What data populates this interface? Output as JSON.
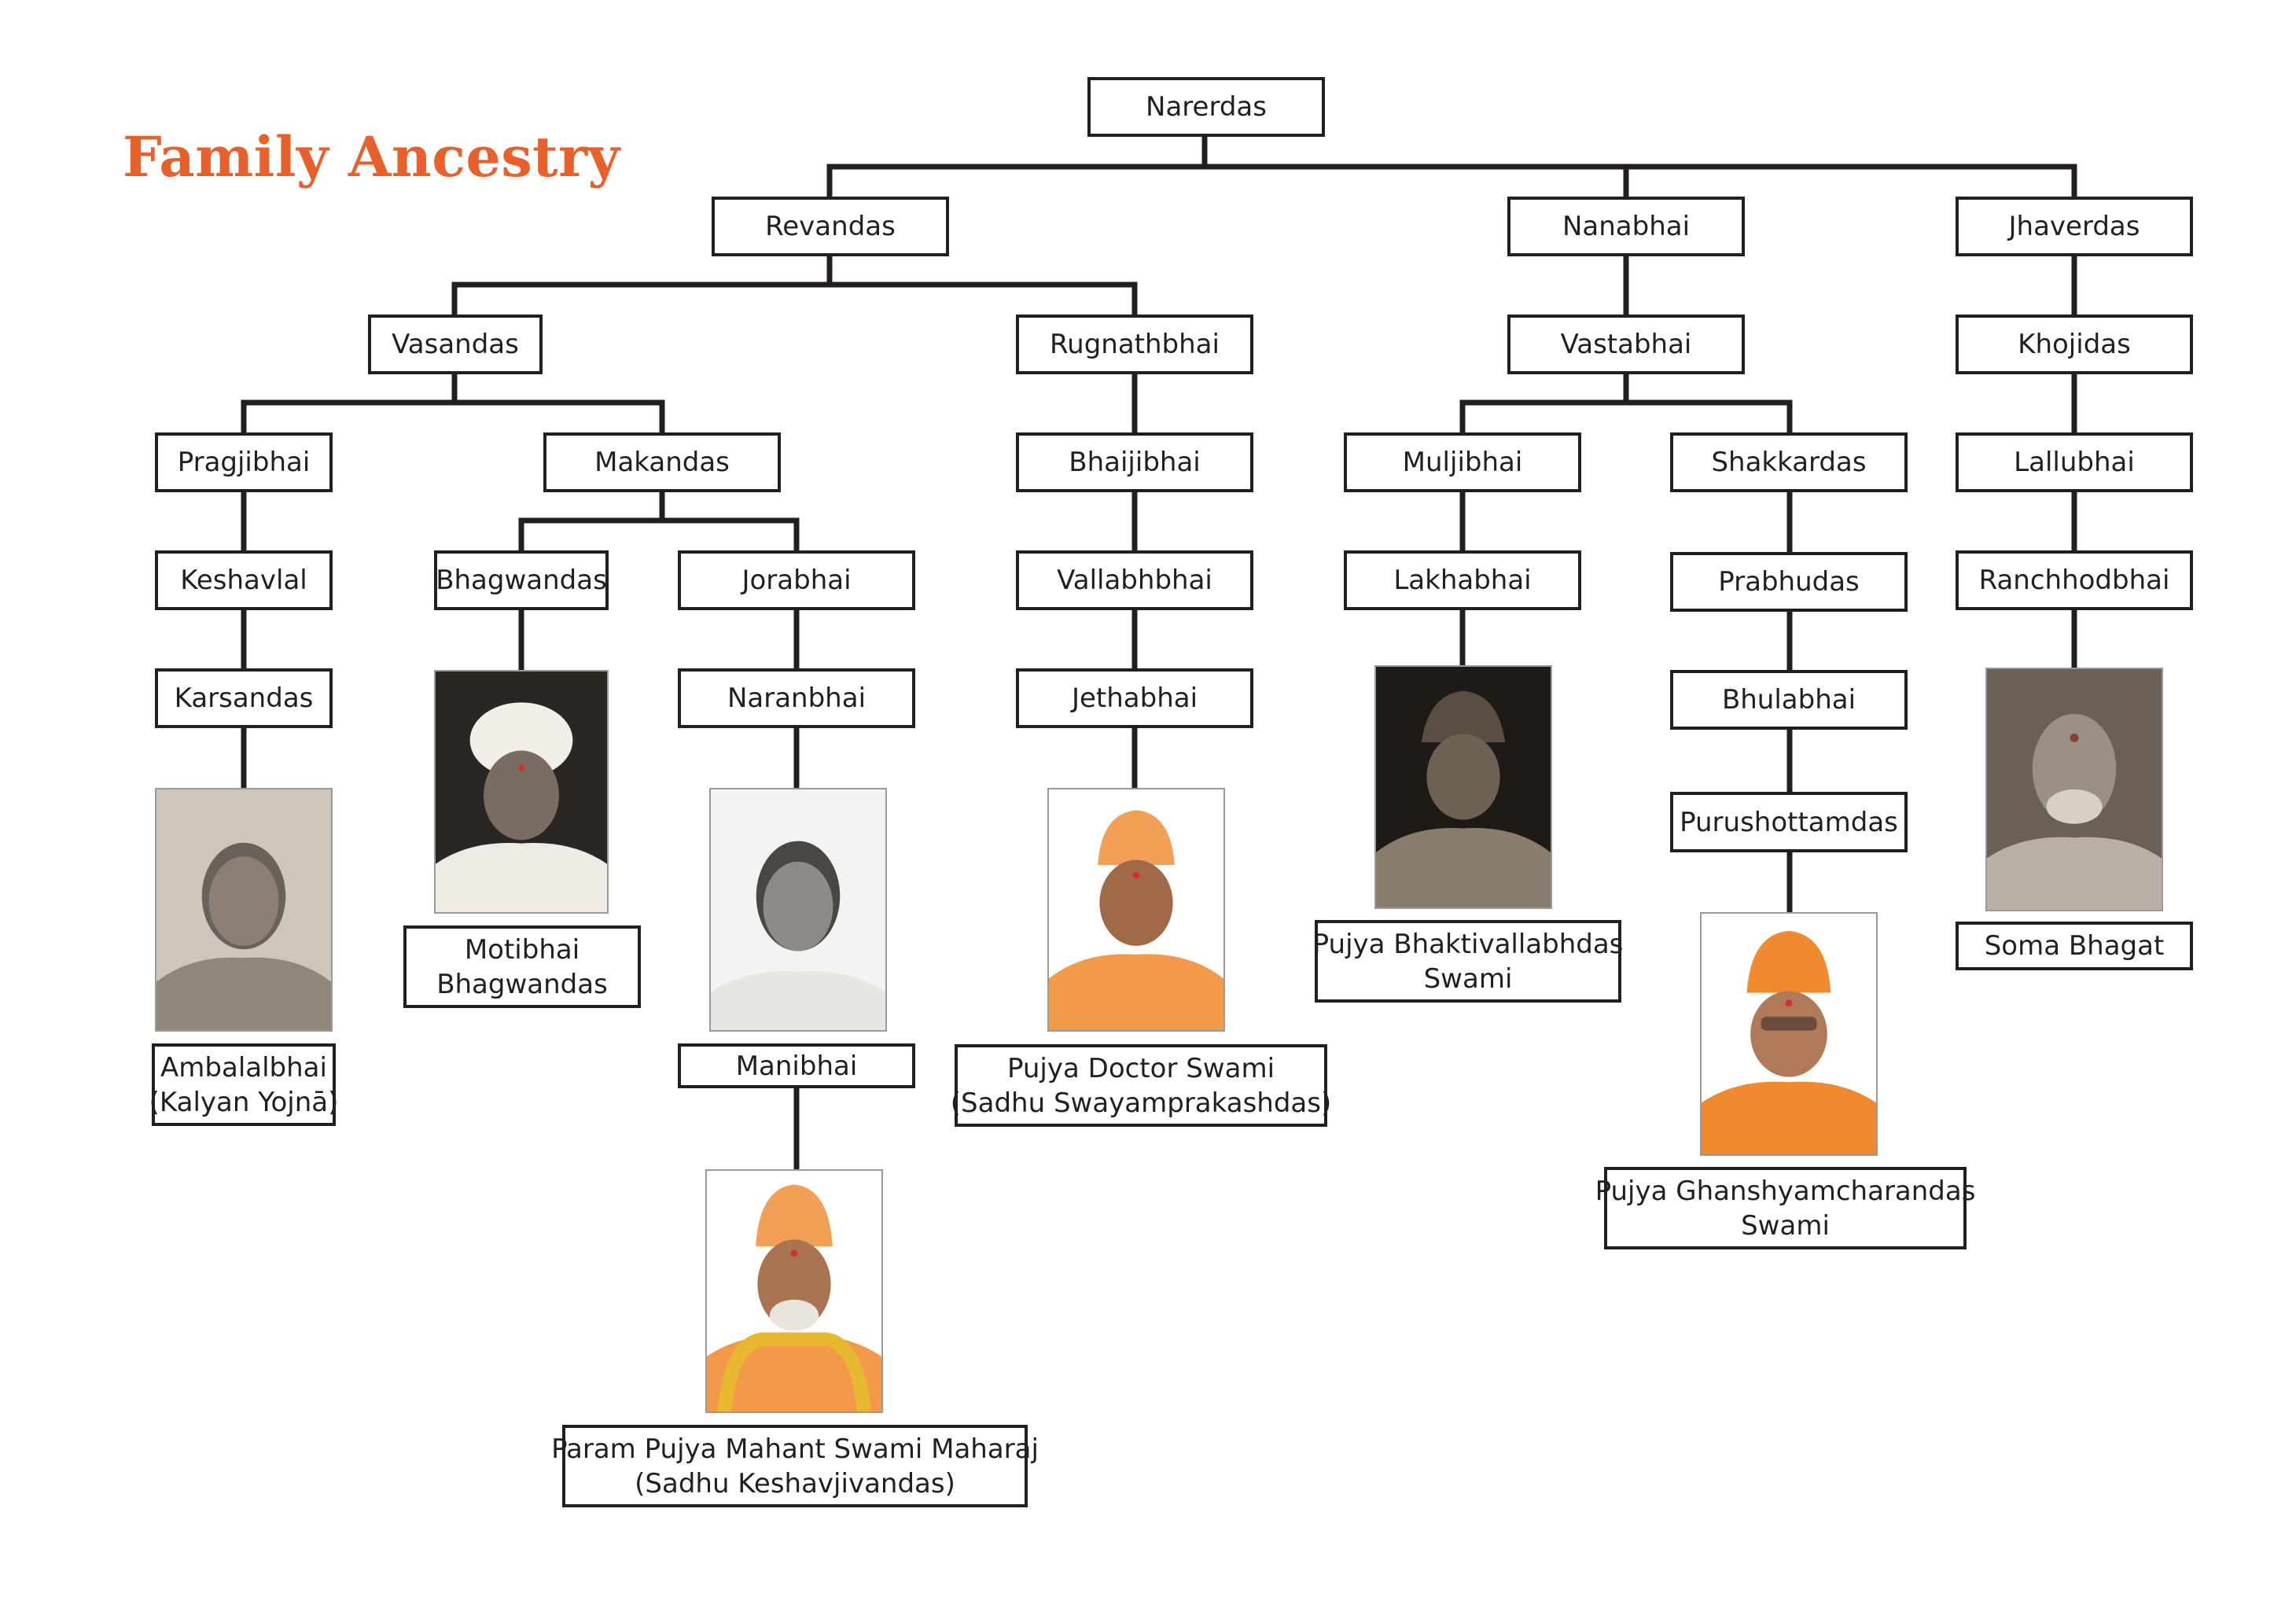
{
  "title": "Family Ancestry",
  "nodes": {
    "narerdas": "Narerdas",
    "revandas": "Revandas",
    "nanabhai": "Nanabhai",
    "jhaverdas": "Jhaverdas",
    "vasandas": "Vasandas",
    "rugnathbhai": "Rugnathbhai",
    "vastabhai": "Vastabhai",
    "khojidas": "Khojidas",
    "pragjibhai": "Pragjibhai",
    "makandas": "Makandas",
    "bhaijibhai": "Bhaijibhai",
    "muljibhai": "Muljibhai",
    "shakkardas": "Shakkardas",
    "lallubhai": "Lallubhai",
    "keshavlal": "Keshavlal",
    "bhagwandas": "Bhagwandas",
    "jorabhai": "Jorabhai",
    "vallabhbhai": "Vallabhbhai",
    "lakhabhai": "Lakhabhai",
    "prabhudas": "Prabhudas",
    "ranchhodbhai": "Ranchhodbhai",
    "karsandas": "Karsandas",
    "naranbhai": "Naranbhai",
    "jethabhai": "Jethabhai",
    "bhulabhai": "Bhulabhai",
    "purushottamdas": "Purushottamdas",
    "manibhai": "Manibhai",
    "soma_bhagat": "Soma Bhagat"
  },
  "captions": {
    "ambalalbhai": [
      "Ambalalbhai",
      "(Kalyan Yojnā)"
    ],
    "motibhai": [
      "Motibhai",
      "Bhagwandas"
    ],
    "doctor_swami": [
      "Pujya Doctor Swami",
      "(Sadhu Swayamprakashdas)"
    ],
    "bhaktivallabhdas": [
      "Pujya Bhaktivallabhdas",
      "Swami"
    ],
    "ghanshyamcharandas": [
      "Pujya Ghanshyamcharandas",
      "Swami"
    ],
    "mahant_swami": [
      "Param Pujya Mahant Swami Maharaj",
      "(Sadhu Keshavjivandas)"
    ]
  },
  "colors": {
    "title": "#e8602c",
    "lines": "#231f20",
    "saffron": "#f29a4a"
  },
  "icons": {
    "photo-ambalalbhai": "portrait-photo",
    "photo-motibhai": "portrait-photo",
    "photo-manibhai": "portrait-photo",
    "photo-doctor-swami": "portrait-photo",
    "photo-bhaktivallabhdas": "portrait-photo",
    "photo-ghanshyamcharandas": "portrait-photo",
    "photo-soma-bhagat": "portrait-photo",
    "photo-mahant-swami": "portrait-photo"
  }
}
